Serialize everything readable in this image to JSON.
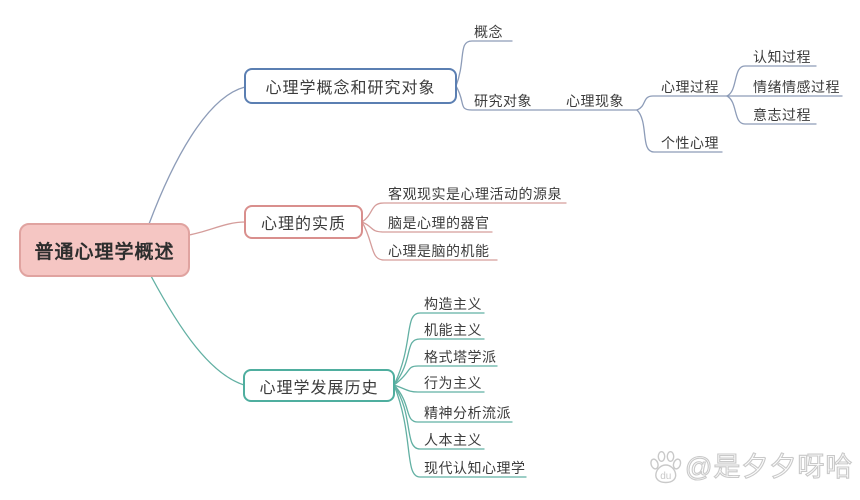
{
  "palette": {
    "c-root-fill": "#f5c6c3",
    "c-root-border": "#e0a3a0",
    "c-b1": "#5b7fb2",
    "c-b1-line": "#8d9cb8",
    "c-b2": "#d98f8d",
    "c-b2-line": "#d59d9b",
    "c-b3": "#4fae9f",
    "c-b3-line": "#62b0a3",
    "c-text": "#3c3c3c",
    "c-watermark": "#c9c9c9"
  },
  "root": {
    "label": "普通心理学概述"
  },
  "branches": [
    {
      "label": "心理学概念和研究对象",
      "children": [
        {
          "label": "概念"
        },
        {
          "label": "研究对象",
          "children": [
            {
              "label": "心理现象",
              "children": [
                {
                  "label": "心理过程",
                  "children": [
                    {
                      "label": "认知过程"
                    },
                    {
                      "label": "情绪情感过程"
                    },
                    {
                      "label": "意志过程"
                    }
                  ]
                },
                {
                  "label": "个性心理"
                }
              ]
            }
          ]
        }
      ]
    },
    {
      "label": "心理的实质",
      "children": [
        {
          "label": "客观现实是心理活动的源泉"
        },
        {
          "label": "脑是心理的器官"
        },
        {
          "label": "心理是脑的机能"
        }
      ]
    },
    {
      "label": "心理学发展历史",
      "children": [
        {
          "label": "构造主义"
        },
        {
          "label": "机能主义"
        },
        {
          "label": "格式塔学派"
        },
        {
          "label": "行为主义"
        },
        {
          "label": "精神分析流派"
        },
        {
          "label": "人本主义"
        },
        {
          "label": "现代认知心理学"
        }
      ]
    }
  ],
  "watermark": {
    "handle": "@是夕夕呀哈",
    "logo": "baidu-paw-icon",
    "logo_text": "du"
  }
}
